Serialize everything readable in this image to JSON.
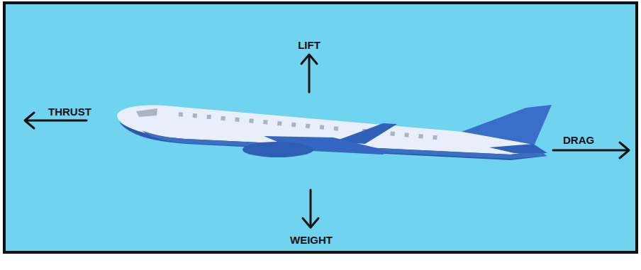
{
  "diagram": {
    "labels": [
      "LIFT",
      "THRUST",
      "DRAG",
      "WEIGHT"
    ]
  }
}
